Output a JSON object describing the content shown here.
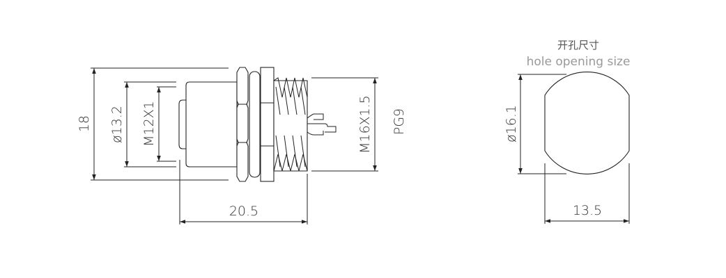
{
  "side_view": {
    "dim_height": "18",
    "dim_body_diameter": "ø13.2",
    "dim_thread_front": "M12X1",
    "dim_thread_rear": "M16X1.5",
    "dim_thread_standard": "PG9",
    "dim_length": "20.5"
  },
  "hole_view": {
    "title_cn": "开孔尺寸",
    "title_en": "hole opening size",
    "dim_diameter": "ø16.1",
    "dim_width": "13.5"
  }
}
